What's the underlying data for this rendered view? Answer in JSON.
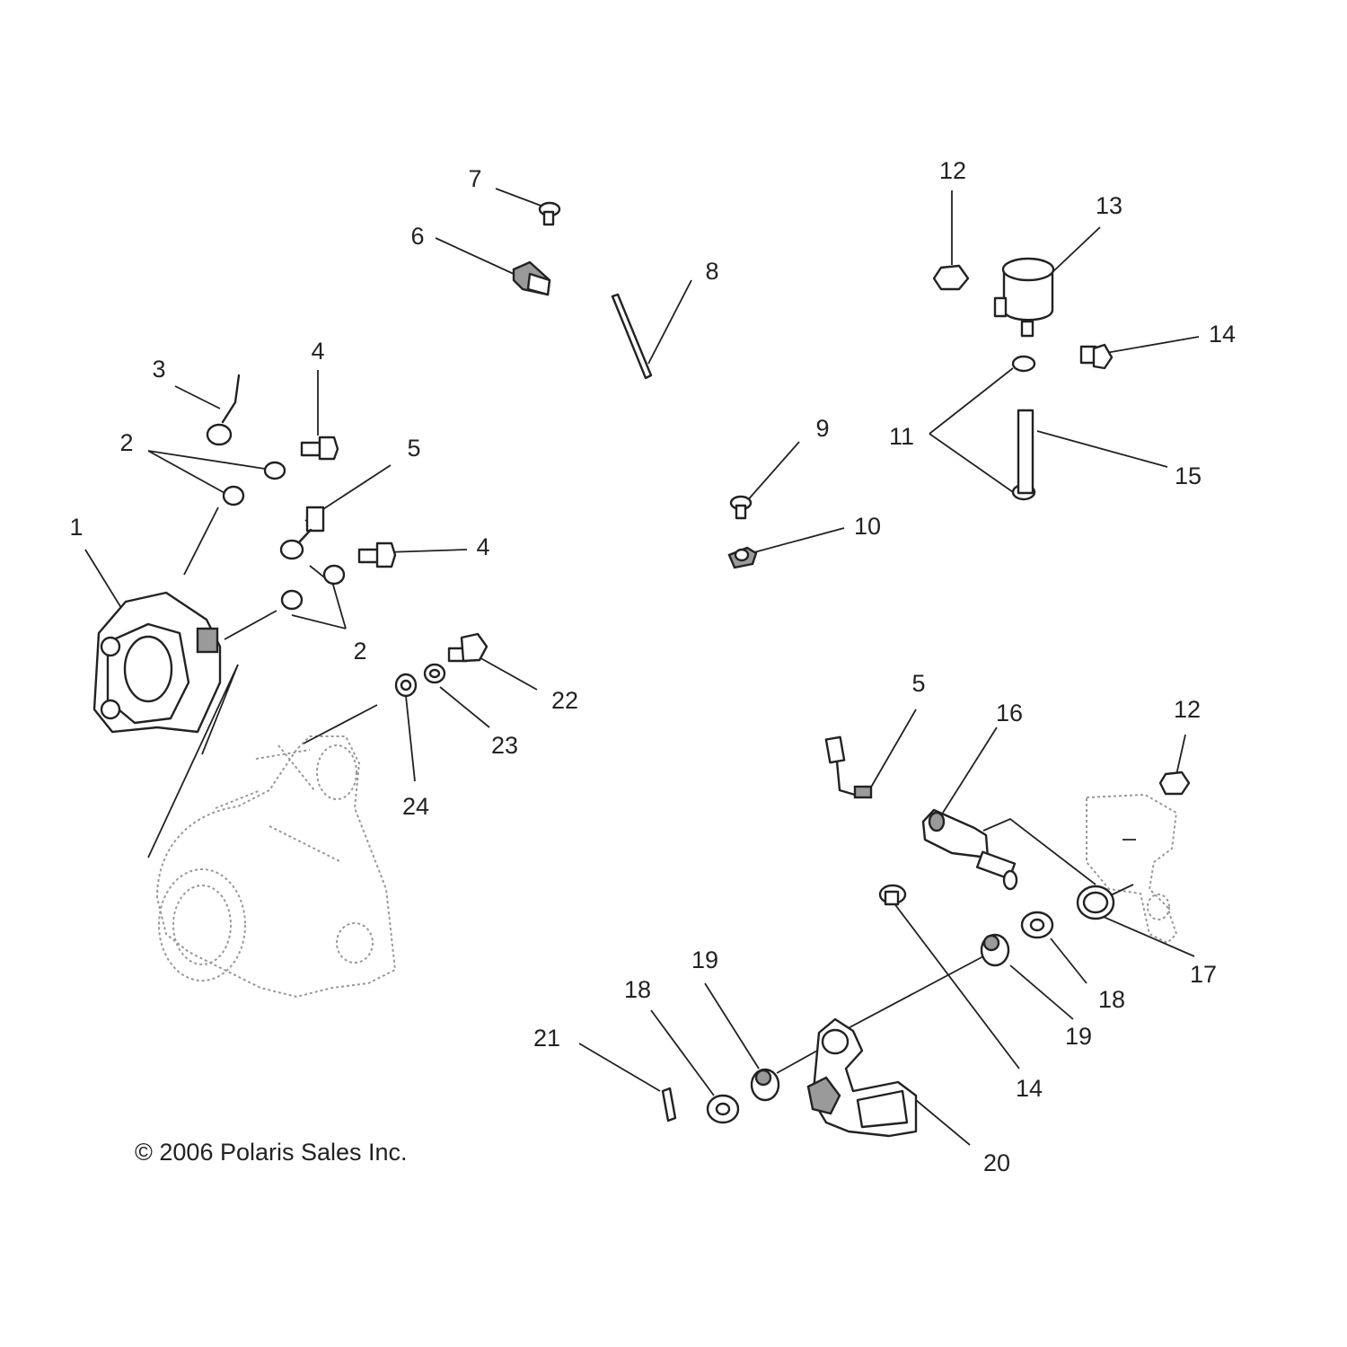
{
  "copyright": "© 2006 Polaris Sales Inc.",
  "callouts": {
    "c1": "1",
    "c2a": "2",
    "c2b": "2",
    "c3": "3",
    "c4a": "4",
    "c4b": "4",
    "c5a": "5",
    "c5b": "5",
    "c6": "6",
    "c7": "7",
    "c8": "8",
    "c9": "9",
    "c10": "10",
    "c11": "11",
    "c12a": "12",
    "c12b": "12",
    "c13": "13",
    "c14a": "14",
    "c14b": "14",
    "c15": "15",
    "c16": "16",
    "c17": "17",
    "c18a": "18",
    "c18b": "18",
    "c19a": "19",
    "c19b": "19",
    "c20": "20",
    "c21": "21",
    "c22": "22",
    "c23": "23",
    "c24": "24"
  }
}
